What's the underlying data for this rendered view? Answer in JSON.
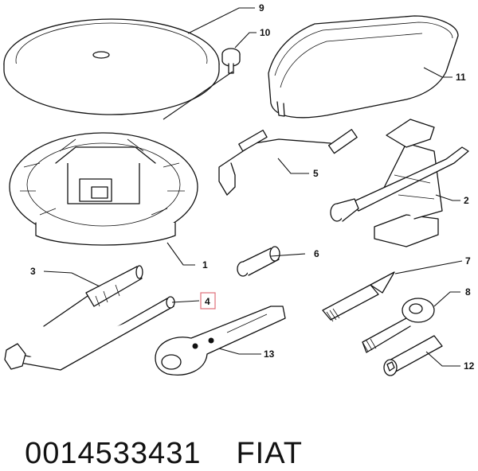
{
  "callouts": {
    "c1": "1",
    "c2": "2",
    "c3": "3",
    "c4": "4",
    "c5": "5",
    "c6": "6",
    "c7": "7",
    "c8": "8",
    "c9": "9",
    "c10": "10",
    "c11": "11",
    "c12": "12",
    "c13": "13"
  },
  "highlight_color": "#e0707a",
  "footer": {
    "part_number": "0014533431",
    "brand": "FIAT"
  }
}
